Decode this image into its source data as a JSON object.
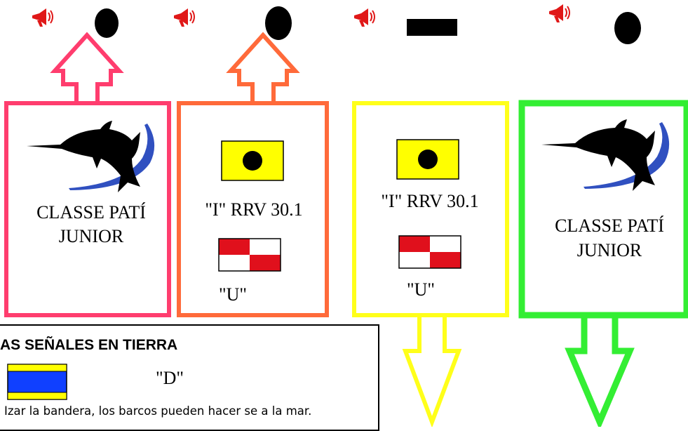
{
  "colors": {
    "panel1": "#ff3d6e",
    "panel2": "#ff6a3a",
    "panel3": "#ffff1a",
    "panel4": "#33ee33",
    "horn": "#e01818",
    "flag_yellow": "#ffff00",
    "flag_red": "#e0101c",
    "flag_blue": "#1040ff",
    "logo_blue": "#3050c0"
  },
  "top_signals": [
    {
      "sound": "horn-icon",
      "shape": "ball"
    },
    {
      "sound": "horn-icon",
      "shape": "ball"
    },
    {
      "sound": "horn-icon",
      "shape": "cylinder"
    },
    {
      "sound": "horn-icon",
      "shape": "ball"
    }
  ],
  "panels": [
    {
      "class_line1": "CLASSE PATÍ",
      "class_line2": "JUNIOR",
      "arrow": "up"
    },
    {
      "flag1_caption": "\"I\" RRV 30.1",
      "flag2_caption": "\"U\"",
      "arrow": "up"
    },
    {
      "flag1_caption": "\"I\" RRV 30.1",
      "flag2_caption": "\"U\"",
      "arrow": "down"
    },
    {
      "class_line1": "CLASSE PATÍ",
      "class_line2": "JUNIOR",
      "arrow": "down"
    }
  ],
  "legend": {
    "title": "AS SEÑALES EN TIERRA",
    "flag_code": "\"D\"",
    "description": "Izar la bandera, los barcos pueden hacer se a la mar."
  }
}
